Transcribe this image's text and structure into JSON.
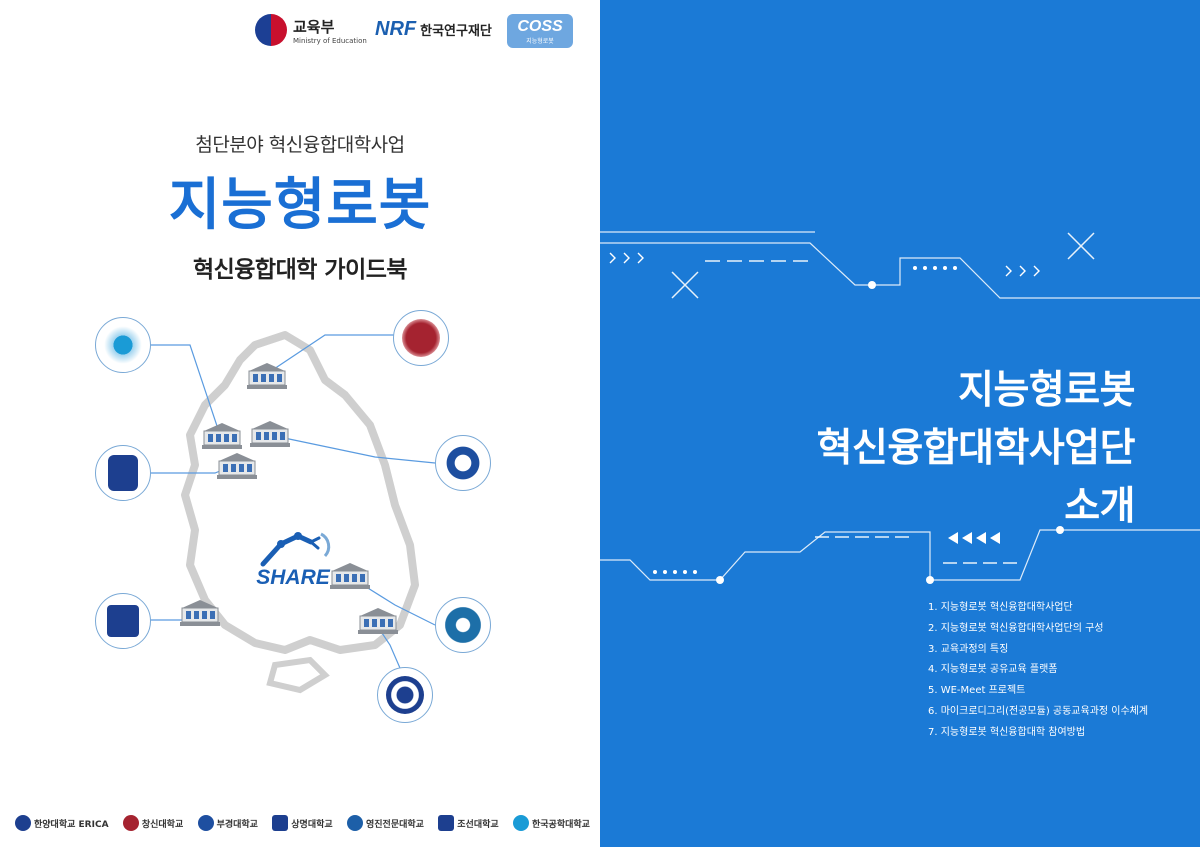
{
  "left_page": {
    "top_logos": {
      "moe_ko": "교육부",
      "moe_en": "Ministry of Education",
      "nrf_mark": "NRF",
      "nrf_text": "한국연구재단",
      "coss_mark": "COSS",
      "coss_sub": "지능형로봇"
    },
    "subtitle": "첨단분야 혁신융합대학사업",
    "main_title": "지능형로봇",
    "guide_title": "혁신융합대학 가이드북",
    "share_label": "SHARE",
    "bottom_logos": [
      {
        "label": "한양대학교 ERICA",
        "color": "#1d3f8f"
      },
      {
        "label": "창신대학교",
        "color": "#a52330"
      },
      {
        "label": "부경대학교",
        "color": "#1e4fa0"
      },
      {
        "label": "상명대학교",
        "color": "#1d3f8f"
      },
      {
        "label": "영진전문대학교",
        "color": "#1d5fa8"
      },
      {
        "label": "조선대학교",
        "color": "#1d3f8f"
      },
      {
        "label": "한국공학대학교",
        "color": "#1a9bd6"
      }
    ]
  },
  "right_page": {
    "title_lines": [
      "지능형로봇",
      "혁신융합대학사업단",
      "소개"
    ],
    "toc": [
      "1. 지능형로봇 혁신융합대학사업단",
      "2. 지능형로봇 혁신융합대학사업단의 구성",
      "3. 교육과정의 특징",
      "4. 지능형로봇 공유교육 플랫폼",
      "5. WE-Meet 프로젝트",
      "6. 마이크로디그리(전공모듈) 공동교육과정 이수체계",
      "7. 지능형로봇 혁신융합대학 참여방법"
    ]
  },
  "colors": {
    "brand_blue": "#1a6fd4",
    "right_bg": "#1b7ad6"
  }
}
